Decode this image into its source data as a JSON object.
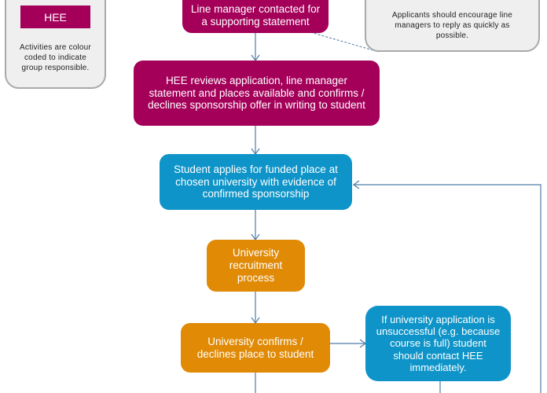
{
  "legend": {
    "badge_label": "HEE",
    "note": "Activities are colour coded to indicate group responsible."
  },
  "tip_note": {
    "text": "Applicants should encourage line managers to reply as quickly as possible."
  },
  "steps": {
    "line_manager": "Line manager contacted for a supporting statement",
    "hee_review": "HEE reviews application, line manager statement and places available and confirms / declines sponsorship offer in writing to student",
    "student_applies": "Student applies for funded place at chosen university with evidence of confirmed sponsorship",
    "recruitment": "University recruitment process",
    "uni_confirms": "University confirms / declines place to student",
    "unsuccessful": "If university application is unsuccessful (e.g. because course is full) student should contact HEE immediately."
  },
  "colors": {
    "hee": "#a4005a",
    "university": "#e08a06",
    "student": "#0e94c8",
    "connector": "#4f7ca6"
  }
}
